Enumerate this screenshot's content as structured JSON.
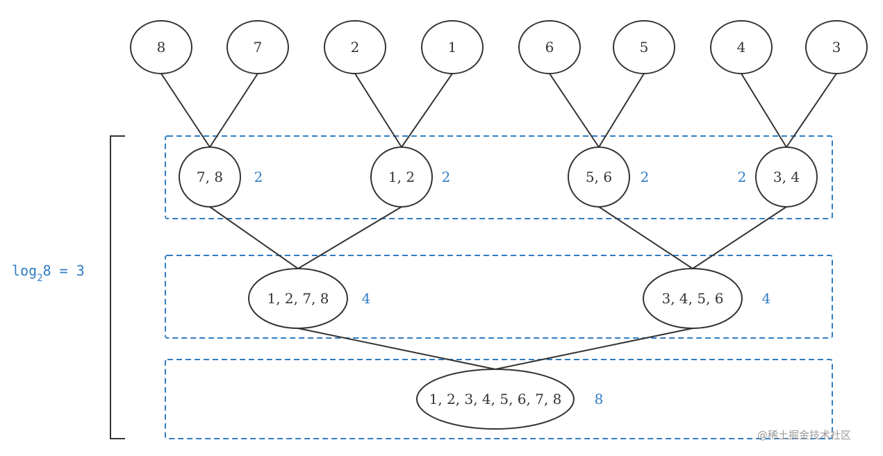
{
  "colors": {
    "line": "#333333",
    "accent": "#2f7cc4"
  },
  "leaves": [
    "8",
    "7",
    "2",
    "1",
    "6",
    "5",
    "4",
    "3"
  ],
  "level1": [
    {
      "label": "7, 8",
      "count": "2"
    },
    {
      "label": "1, 2",
      "count": "2"
    },
    {
      "label": "5, 6",
      "count": "2"
    },
    {
      "label": "3, 4",
      "count": "2"
    }
  ],
  "level2": [
    {
      "label": "1, 2, 7, 8",
      "count": "4"
    },
    {
      "label": "3, 4, 5, 6",
      "count": "4"
    }
  ],
  "level3": [
    {
      "label": "1, 2, 3, 4, 5, 6, 7, 8",
      "count": "8"
    }
  ],
  "formula": {
    "base": "log",
    "sub": "2",
    "rest": "8 = 3"
  },
  "watermark": "@稀土掘金技术社区"
}
